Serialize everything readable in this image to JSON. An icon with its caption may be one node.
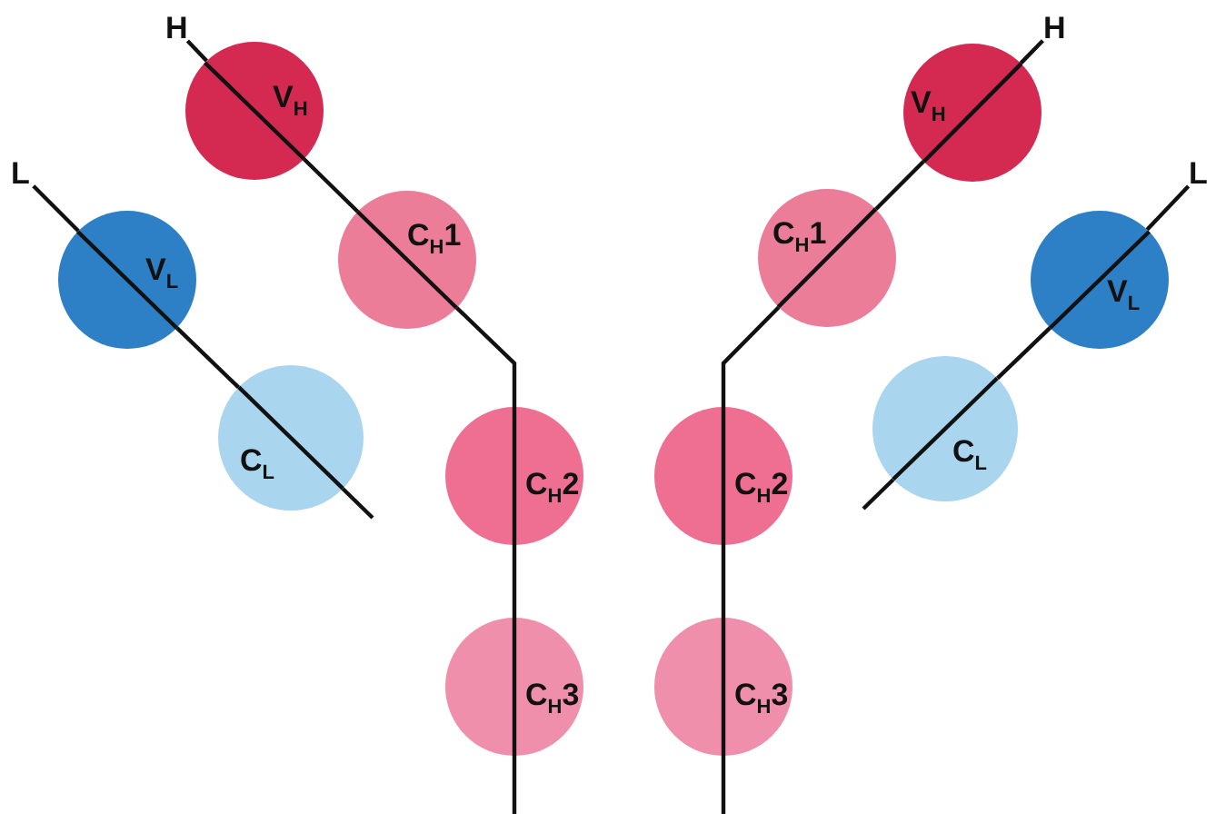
{
  "diagram": {
    "nodes": [
      {
        "text": [
          "H"
        ]
      },
      {
        "text": [
          "V$_{H}$"
        ]
      },
      {
        "text": [
          "C$_{H}$1"
        ]
      },
      {
        "text": [
          "C$_{H}$2"
        ]
      },
      {
        "text": [
          "C$_{H}$3"
        ]
      },
      {
        "text": [
          "L"
        ]
      },
      {
        "text": [
          "V$_{L}$"
        ]
      },
      {
        "text": [
          "C$_{L}$"
        ]
      },
      {
        "text": [
          "H"
        ]
      },
      {
        "text": [
          "V$_{H}$"
        ]
      },
      {
        "text": [
          "C$_{H}$1"
        ]
      },
      {
        "text": [
          "C$_{H}$2"
        ]
      },
      {
        "text": [
          "C$_{H}$3"
        ]
      },
      {
        "text": [
          "L"
        ]
      },
      {
        "text": [
          "V$_{L}$"
        ]
      },
      {
        "text": [
          "C$_{L}$"
        ]
      }
    ],
    "edges": [
      {
        "from": 0,
        "to": 1,
        "arrow": "none"
      },
      {
        "from": 1,
        "to": 2,
        "arrow": "none"
      },
      {
        "from": 2,
        "to": 3,
        "arrow": "none"
      },
      {
        "from": 3,
        "to": 4,
        "arrow": "none"
      },
      {
        "from": 4,
        "to": null,
        "arrow": "none"
      },
      {
        "from": 5,
        "to": 6,
        "arrow": "none"
      },
      {
        "from": 6,
        "to": 7,
        "arrow": "none"
      },
      {
        "from": 7,
        "to": null,
        "arrow": "none"
      },
      {
        "from": 8,
        "to": 9,
        "arrow": "none"
      },
      {
        "from": 9,
        "to": 10,
        "arrow": "none"
      },
      {
        "from": 10,
        "to": 11,
        "arrow": "none"
      },
      {
        "from": 11,
        "to": 12,
        "arrow": "none"
      },
      {
        "from": 12,
        "to": null,
        "arrow": "none"
      },
      {
        "from": 13,
        "to": 14,
        "arrow": "none"
      },
      {
        "from": 14,
        "to": 15,
        "arrow": "none"
      },
      {
        "from": 15,
        "to": null,
        "arrow": "none"
      }
    ]
  }
}
